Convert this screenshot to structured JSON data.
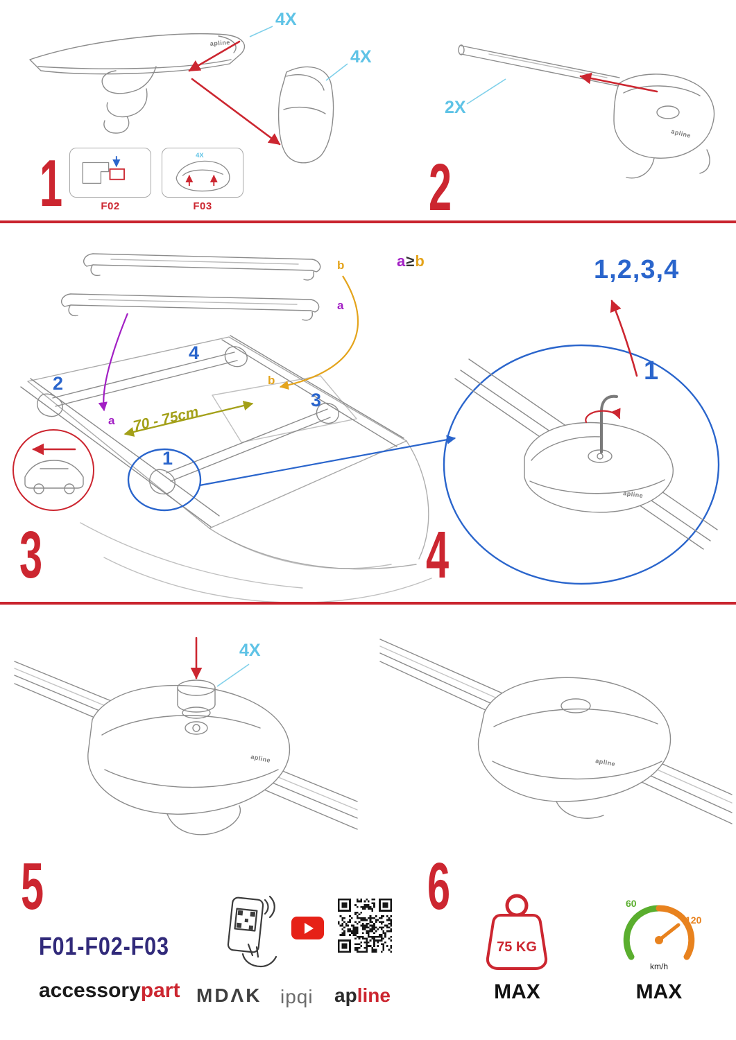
{
  "colors": {
    "red": "#cc2630",
    "cyan": "#5fc3e6",
    "blue": "#2a65cc",
    "purple": "#a21fc4",
    "orange": "#e4a41c",
    "olive": "#a3a018",
    "navy": "#312a7a",
    "green": "#5aae2e",
    "wireframe_gray": "#8c8c8c"
  },
  "step1": {
    "number": "1",
    "qty_bar": "4X",
    "qty_cover": "4X",
    "box1_label": "F02",
    "box2_label": "F03",
    "box2_qty": "4X",
    "bar_logo": "apline"
  },
  "step2": {
    "number": "2",
    "qty": "2X",
    "foot_logo": "apline"
  },
  "step3": {
    "number": "3",
    "bar_label_b": "b",
    "bar_label_a": "a",
    "rule_a": "a",
    "rule_op": "≥",
    "rule_b": "b",
    "distance": "70 - 75cm",
    "pos1": "1",
    "pos2": "2",
    "pos3": "3",
    "pos4": "4",
    "roof_label_a": "a",
    "roof_label_b": "b"
  },
  "step4": {
    "number": "4",
    "sequence": "1,2,3,4",
    "first": "1",
    "foot_logo": "apline"
  },
  "step5": {
    "number": "5",
    "qty": "4X",
    "foot_logo": "apline"
  },
  "step6": {
    "number": "6",
    "foot_logo": "apline"
  },
  "footer": {
    "models": "F01-F02-F03",
    "brand_accessory": "accessory",
    "brand_part": "part",
    "brand_mdak": "MDΛK",
    "brand_ipqi": "ipqi",
    "brand_ap": "ap",
    "brand_line": "line",
    "weight_value": "75 KG",
    "weight_max": "MAX",
    "speed_low": "60",
    "speed_high": "120",
    "speed_unit": "km/h",
    "speed_max": "MAX"
  }
}
